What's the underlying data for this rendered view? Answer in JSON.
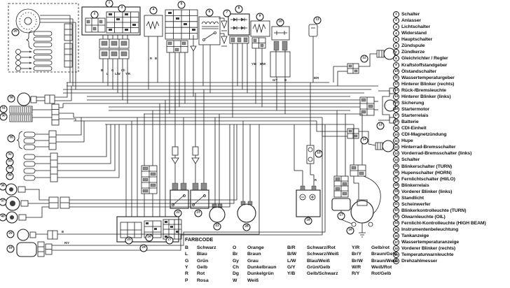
{
  "legend": {
    "items": [
      {
        "n": "1",
        "label": "Schalter"
      },
      {
        "n": "2",
        "label": "Anlasser"
      },
      {
        "n": "3",
        "label": "Lichtschalter"
      },
      {
        "n": "4",
        "label": "Widerstand"
      },
      {
        "n": "5",
        "label": "Hauptschalter"
      },
      {
        "n": "6",
        "label": "Zündspule"
      },
      {
        "n": "7",
        "label": "Zündkerze"
      },
      {
        "n": "8",
        "label": "Gleichrichter / Regler"
      },
      {
        "n": "9",
        "label": "Kraftstoffstandgeber"
      },
      {
        "n": "10",
        "label": "Ölstandschalter"
      },
      {
        "n": "11",
        "label": "Wassertemperaturgeber"
      },
      {
        "n": "12",
        "label": "Hinterer Blinker (rechts)"
      },
      {
        "n": "13",
        "label": "Rück-/Bremsleuchte"
      },
      {
        "n": "14",
        "label": "Hinterer Blinker (links)"
      },
      {
        "n": "15",
        "label": "Sicherung"
      },
      {
        "n": "16",
        "label": "Startermotor"
      },
      {
        "n": "17",
        "label": "Starterrelais"
      },
      {
        "n": "18",
        "label": "Batterie"
      },
      {
        "n": "19",
        "label": "CDI-Einheit"
      },
      {
        "n": "20",
        "label": "CDI-Magnetzündung"
      },
      {
        "n": "21",
        "label": "Hupe"
      },
      {
        "n": "22",
        "label": "Hinterrad-Bremsschalter"
      },
      {
        "n": "23",
        "label": "Vorderrad-Bremsschalter (links)"
      },
      {
        "n": "24",
        "label": "Schalter"
      },
      {
        "n": "25",
        "label": "Blinkerschalter (TURN)"
      },
      {
        "n": "26",
        "label": "Hupenschalter (HORN)"
      },
      {
        "n": "27",
        "label": "Fernlichtschalter (HI/LO)"
      },
      {
        "n": "28",
        "label": "Blinkerrelais"
      },
      {
        "n": "29",
        "label": "Vorderer Blinker (links)"
      },
      {
        "n": "30",
        "label": "Standlicht"
      },
      {
        "n": "31",
        "label": "Scheinwerfer"
      },
      {
        "n": "32",
        "label": "Blinkerkontrolleuchte (TURN)"
      },
      {
        "n": "33",
        "label": "Ölwarnleuchte (OIL)"
      },
      {
        "n": "34",
        "label": "Fernlicht-Kontrolleuchte (HIGH BEAM)"
      },
      {
        "n": "35",
        "label": "Instrumentenbeleuchtung"
      },
      {
        "n": "36",
        "label": "Tankanzeige"
      },
      {
        "n": "37",
        "label": "Wassertemperaturanzeige"
      },
      {
        "n": "38",
        "label": "Vorderer Blinker (rechts)"
      },
      {
        "n": "39",
        "label": "Temperaturwarnleuchte"
      },
      {
        "n": "40",
        "label": "Drehzahlmesser"
      }
    ]
  },
  "farbcode": {
    "title": "FARBCODE",
    "columns": [
      [
        {
          "code": "B",
          "name": "Schwarz"
        },
        {
          "code": "L",
          "name": "Blau"
        },
        {
          "code": "G",
          "name": "Grün"
        },
        {
          "code": "Y",
          "name": "Gelb"
        },
        {
          "code": "R",
          "name": "Rot"
        },
        {
          "code": "P",
          "name": "Rosa"
        }
      ],
      [
        {
          "code": "O",
          "name": "Orange"
        },
        {
          "code": "Br",
          "name": "Braun"
        },
        {
          "code": "Gy",
          "name": "Grau"
        },
        {
          "code": "Ch",
          "name": "Dunkelbraun"
        },
        {
          "code": "Dg",
          "name": "Dunkelgrün"
        },
        {
          "code": "W",
          "name": "Weiß"
        }
      ],
      [
        {
          "code": "B/R",
          "name": "Schwarz/Rot"
        },
        {
          "code": "B/W",
          "name": "Schwarz/Weiß"
        },
        {
          "code": "L/W",
          "name": "Blau/Weiß"
        },
        {
          "code": "G/Y",
          "name": "Grün/Gelb"
        },
        {
          "code": "Y/B",
          "name": "Gelb/Schwarz"
        }
      ],
      [
        {
          "code": "Y/R",
          "name": "Gelb/rot"
        },
        {
          "code": "Br/Y",
          "name": "Braun/Gelb"
        },
        {
          "code": "Br/W",
          "name": "Braun/Weiß"
        },
        {
          "code": "W/R",
          "name": "Weiß/Rot"
        },
        {
          "code": "R/Y",
          "name": "Rot/Gelb"
        }
      ]
    ]
  },
  "diagram": {
    "wire_labels": [
      "B",
      "L",
      "G",
      "L/W",
      "Ch",
      "Y/R",
      "R",
      "B",
      "Y/B",
      "B/W",
      "G/Y",
      "B",
      "B/R",
      "R",
      "B",
      "R/Y"
    ]
  }
}
